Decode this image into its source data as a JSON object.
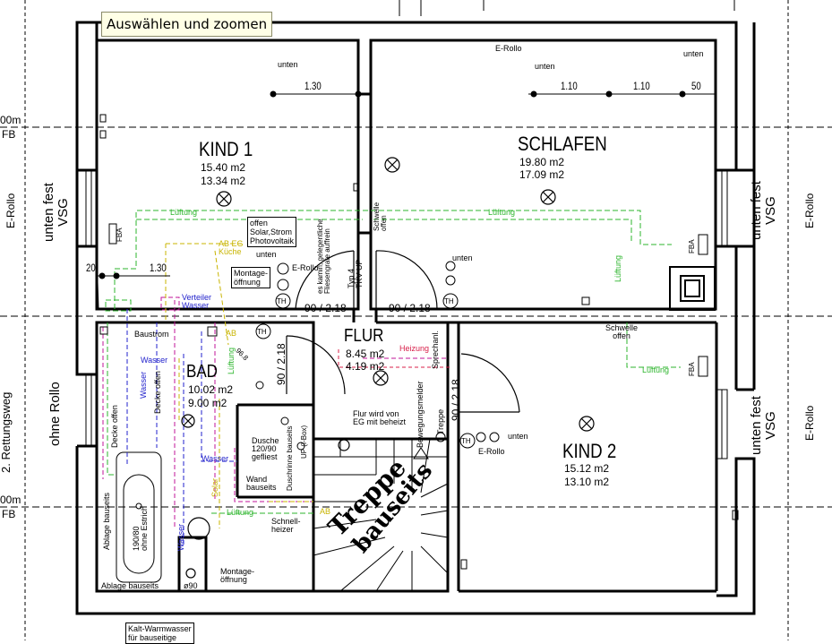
{
  "tooltip": "Auswählen und zoomen",
  "rooms": {
    "kind1": {
      "name": "KIND 1",
      "area1": "15.40  m2",
      "area2": "13.34  m2"
    },
    "schlafen": {
      "name": "SCHLAFEN",
      "area1": "19.80  m2",
      "area2": "17.09  m2"
    },
    "flur": {
      "name": "FLUR",
      "area1": "8.45  m2",
      "area2": "4.19  m2"
    },
    "bad": {
      "name": "BAD",
      "area1": "10.02  m2",
      "area2": "9.00  m2"
    },
    "kind2": {
      "name": "KIND 2",
      "area1": "15.12  m2",
      "area2": "13.10  m2"
    }
  },
  "dims": {
    "d130a": "1.30",
    "d110a": "1.10",
    "d110b": "1.10",
    "d50": "50",
    "d130b": "1.30",
    "d20": "20",
    "door1": "90 / 2.18",
    "door2": "90 / 2.18",
    "door3": "90 / 2.18",
    "door4": "90 / 2.18",
    "d9698": "96.8"
  },
  "labels": {
    "unten1": "unten",
    "unten2": "unten",
    "unten3": "unten",
    "unten4": "unten",
    "unten5": "unten",
    "unten6": "unten",
    "erollo1": "E-Rollo",
    "erollo2": "E-Rollo",
    "erollo3": "E-Rollo",
    "offen_solar": "offen\nSolar,Strom\nPhotovoltaik",
    "montage1": "Montage-\nöffnung",
    "montage2": "Montage-\nöffnung",
    "abeg": "AB EG\nKüche",
    "verteiler": "Verteiler\nWasser",
    "baustrom": "Baustrom",
    "heizung": "Heizung",
    "sprechanl": "Sprechanl.",
    "bewegung": "Bewegungsmelder",
    "treppe_small": "Treppe",
    "flur_beheizt": "Flur wird von\nEG mit beheizt",
    "dusche": "Dusche\n120/90\ngefliest",
    "wand": "Wand\nbauseits",
    "duschrinne": "Duschrinne bauseits",
    "up": "UP (I-Box)",
    "schnell": "Schnell-\nheizer",
    "ablage1": "Ablage bauseits",
    "ablage2": "Ablage bauseits",
    "wanne": "190/80\nohne Estrich",
    "kaltwarm": "Kalt-Warmwasser\nfür bauseitige",
    "schwelle1": "Schwelle\noffen",
    "schwelle2": "Schwelle\noffen",
    "typ": "Typ 4\nTKV UP",
    "kamin": "es kamin, gelegentliche\nFliesengrate auffrein",
    "decke1": "Decke offen",
    "decke2": "Decke offen",
    "luftung1": "Lüftung",
    "luftung2": "Lüftung",
    "luftung3": "Lüftung",
    "luftung4": "Lüftung",
    "luftung5": "Lüftung",
    "luftung6": "Lüftung",
    "wasser1": "Wasser",
    "wasser2": "Wasser",
    "wasser3": "Wasser",
    "wasser4": "Wasser",
    "solar": "Solar",
    "ab1": "AB",
    "ab2": "AB",
    "fba1": "FBA",
    "fba2": "FBA",
    "fba3": "FBA",
    "th1": "TH",
    "th2": "TH",
    "th3": "TH",
    "th4": "TH",
    "phi": "ø90",
    "unten_fest_l": "unten fest\nVSG",
    "unten_fest_r1": "unten fest\nVSG",
    "unten_fest_r2": "unten fest\nVSG",
    "ohne_rollo": "ohne Rollo",
    "erollo_l": "E-Rollo",
    "erollo_r1": "E-Rollo",
    "erollo_r2": "E-Rollo",
    "rettungsweg": "2. Rettungsweg",
    "marg_00m_1": "00m",
    "marg_fb_1": "FB",
    "marg_00m_2": "00m",
    "marg_fb_2": "FB",
    "treppe_big1": "Treppe",
    "treppe_big2": "bauseits"
  },
  "colors": {
    "wall": "#000000",
    "lueftung": "#2db52d",
    "wasser": "#2222cc",
    "elektro": "#c0169a",
    "solar": "#c8b400",
    "heizung": "#d8204a"
  }
}
